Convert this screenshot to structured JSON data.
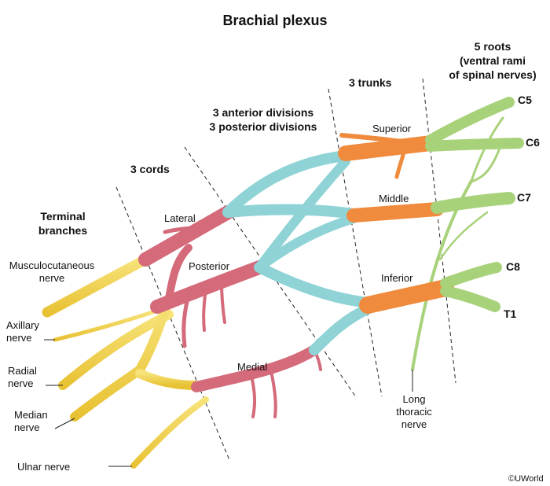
{
  "title": "Brachial plexus",
  "sections": {
    "terminal_line1": "Terminal",
    "terminal_line2": "branches",
    "cords": "3 cords",
    "divisions_line1": "3 anterior divisions",
    "divisions_line2": "3 posterior divisions",
    "trunks": "3 trunks",
    "roots_line1": "5 roots",
    "roots_line2": "(ventral rami",
    "roots_line3": "of spinal nerves)"
  },
  "roots": [
    "C5",
    "C6",
    "C7",
    "C8",
    "T1"
  ],
  "trunk_labels": {
    "superior": "Superior",
    "middle": "Middle",
    "inferior": "Inferior"
  },
  "cord_labels": {
    "lateral": "Lateral",
    "posterior": "Posterior",
    "medial": "Medial"
  },
  "nerves": {
    "musculocutaneous_line1": "Musculocutaneous",
    "musculocutaneous_line2": "nerve",
    "axillary_line1": "Axillary",
    "axillary_line2": "nerve",
    "radial_line1": "Radial",
    "radial_line2": "nerve",
    "median_line1": "Median",
    "median_line2": "nerve",
    "ulnar": "Ulnar nerve",
    "long_thoracic_line1": "Long",
    "long_thoracic_line2": "thoracic",
    "long_thoracic_line3": "nerve"
  },
  "copyright": "©UWorld",
  "colors": {
    "roots": "#a8d27a",
    "trunks": "#f08a3c",
    "divisions": "#8fd3d6",
    "cords": "#d46a7a",
    "terminal": "#f2d44a"
  }
}
